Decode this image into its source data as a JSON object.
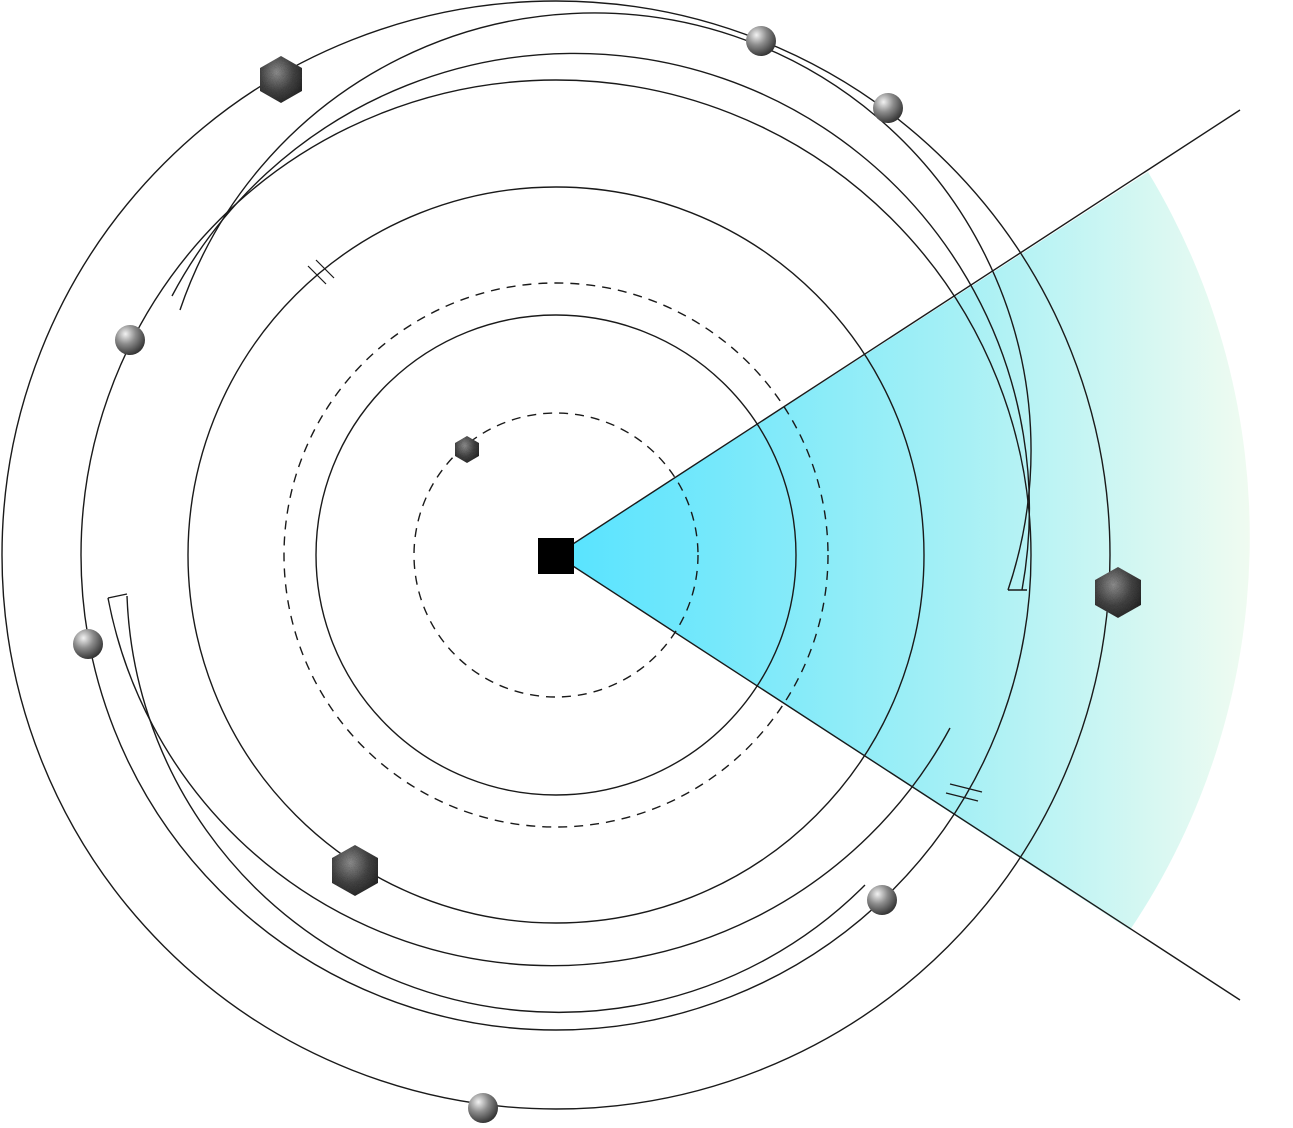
{
  "diagram": {
    "colors": {
      "line": "#1a1a1a",
      "beam_start": "#56e3ff",
      "beam_mid": "#a6f0f5",
      "beam_end": "#fbfdf0",
      "core": "#000000",
      "sphere": "#6a6a6a",
      "hexagon": "#3a3a3a"
    },
    "core_shape": "square",
    "body_shapes": [
      "sphere",
      "hexagon"
    ]
  }
}
